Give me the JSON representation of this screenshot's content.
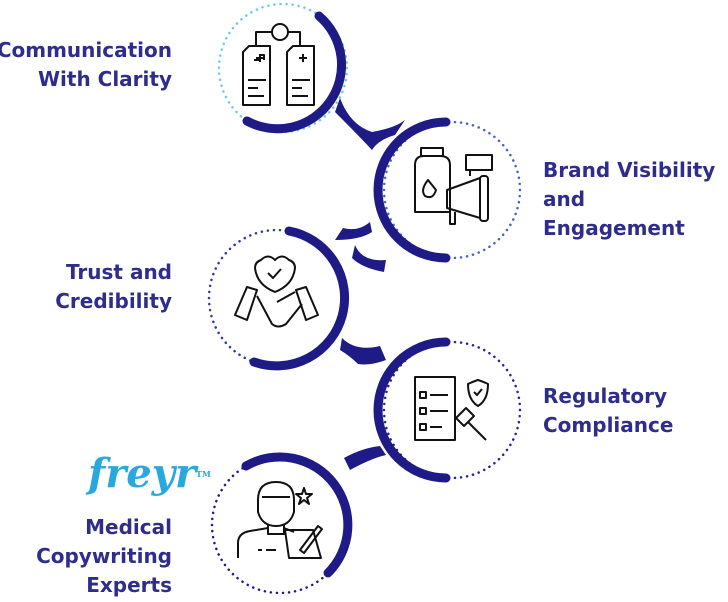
{
  "items": [
    {
      "label_line1": "Communication",
      "label_line2": "With Clarity",
      "icon": "medical-documents-icon"
    },
    {
      "label_line1": "Brand Visibility",
      "label_line2": "and Engagement",
      "icon": "medicine-megaphone-icon"
    },
    {
      "label_line1": "Trust and",
      "label_line2": "Credibility",
      "icon": "shield-handshake-icon"
    },
    {
      "label_line1": "Regulatory",
      "label_line2": "Compliance",
      "icon": "checklist-gavel-icon"
    },
    {
      "label_line1": "Medical",
      "label_line2": "Copywriting",
      "label_line3": "Experts",
      "icon": "writer-icon"
    }
  ],
  "logo": {
    "text": "freyr",
    "tm": "TM"
  },
  "colors": {
    "gradient_top": "#6cc0ea",
    "gradient_bottom": "#1e1b87",
    "text": "#2e2d8c",
    "logo": "#29a8e0"
  }
}
